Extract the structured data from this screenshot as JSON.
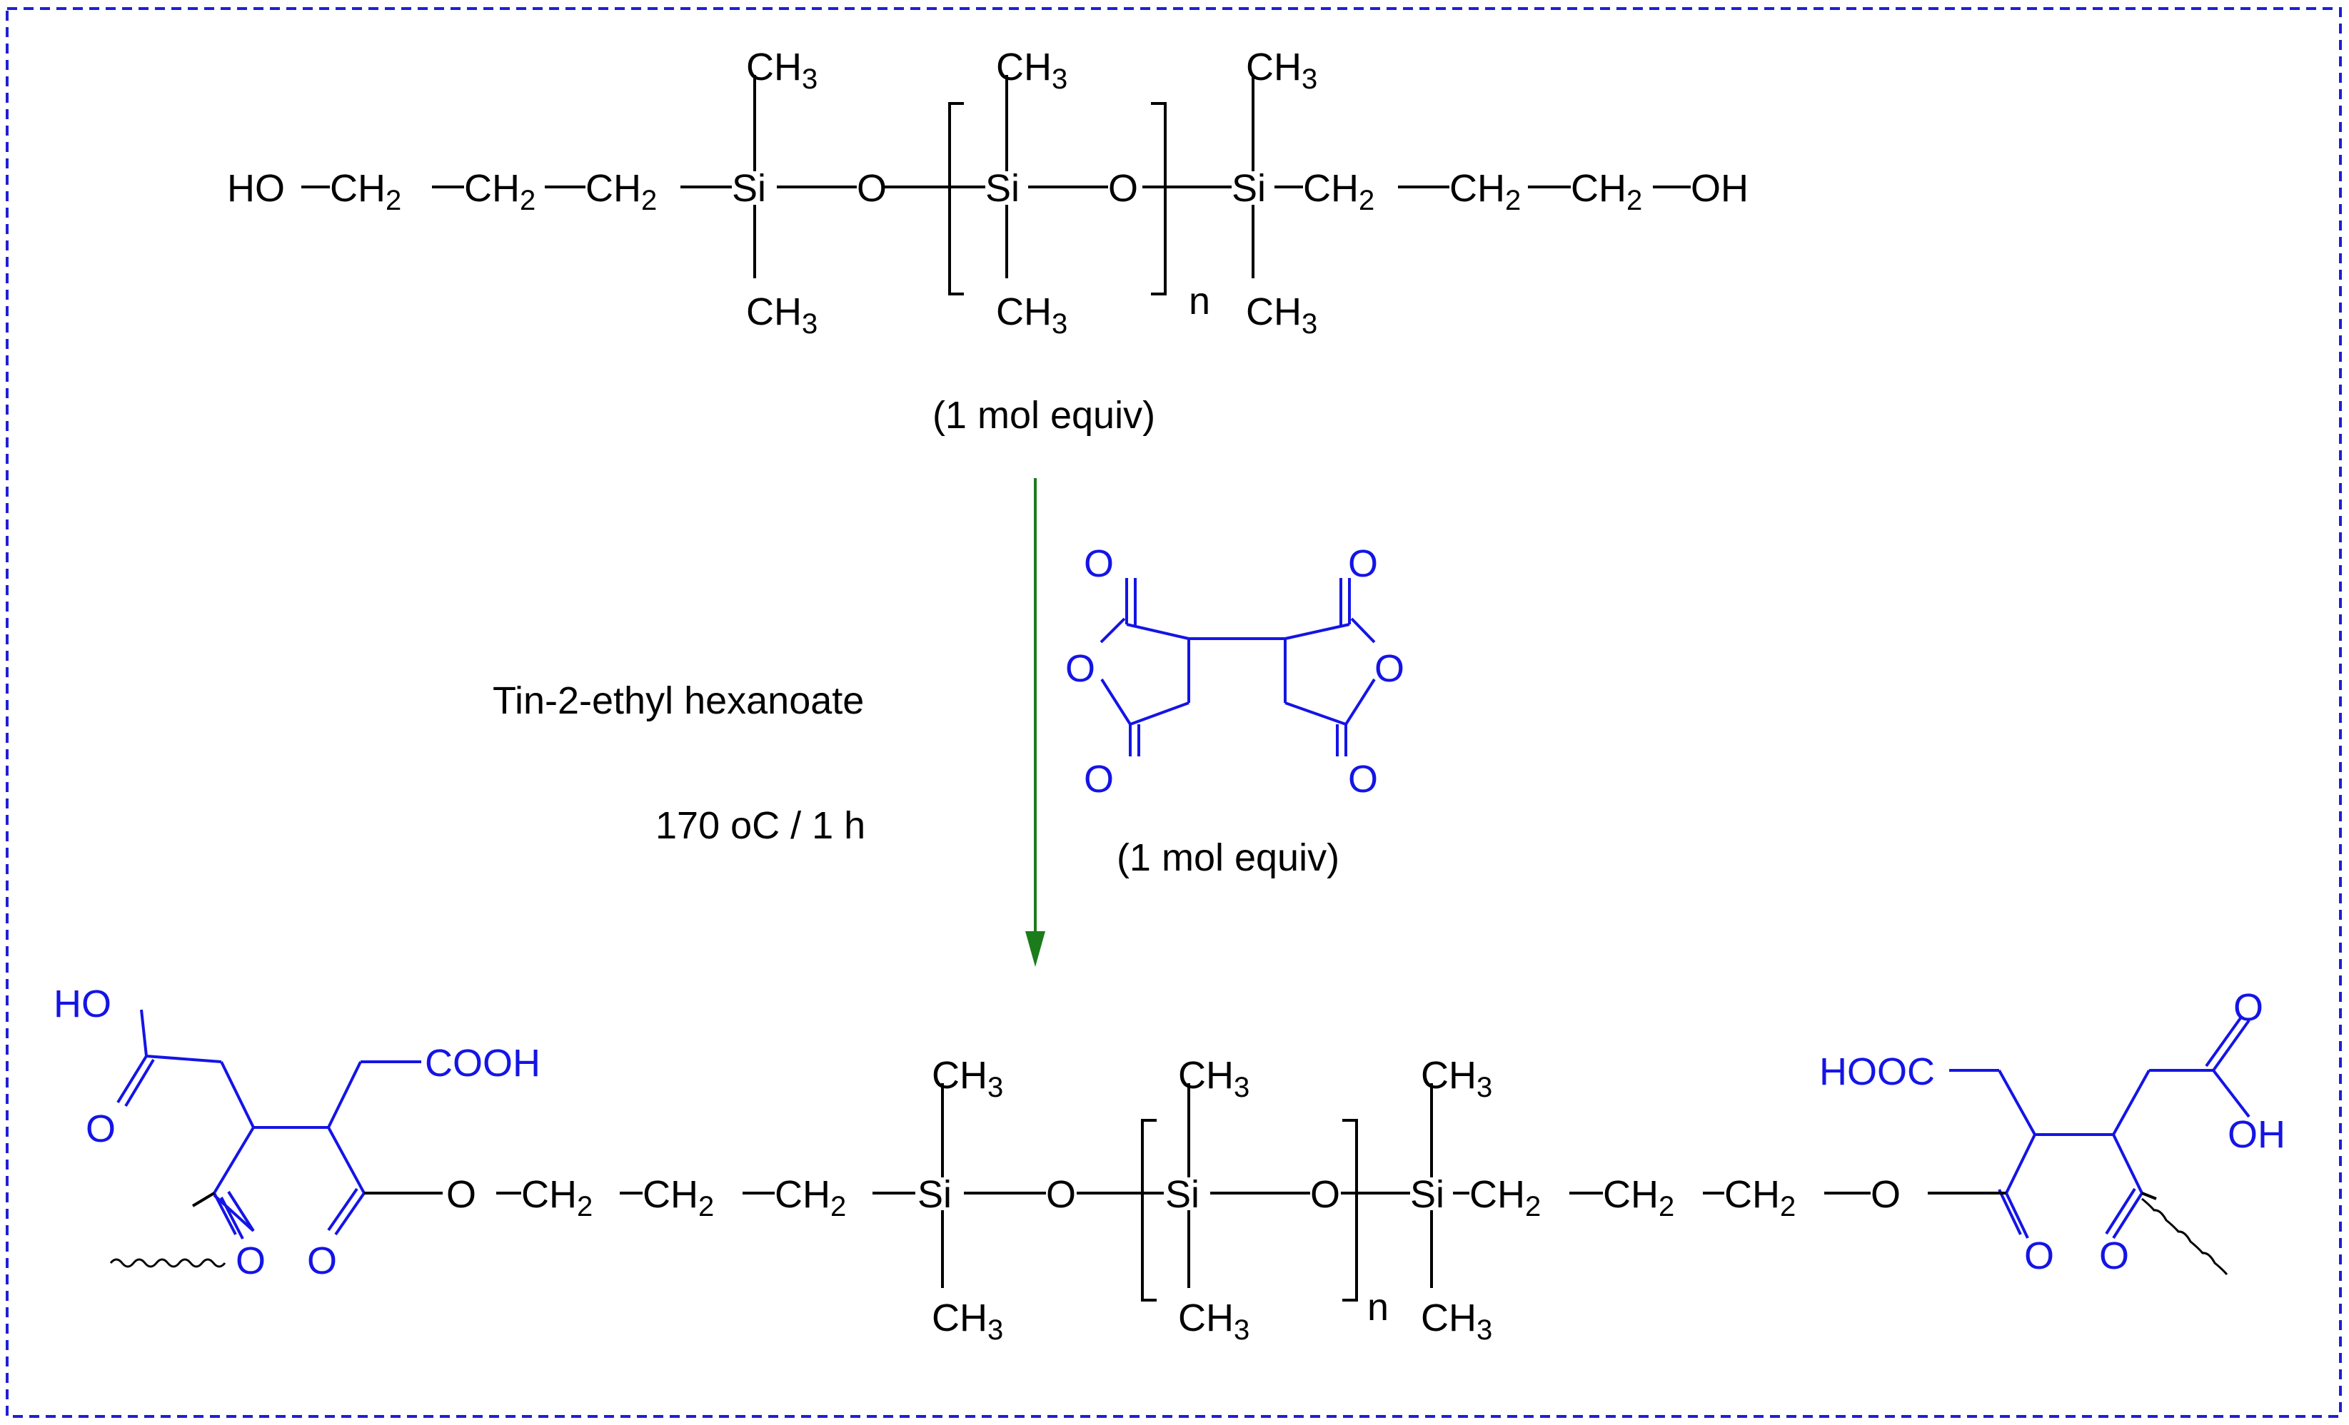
{
  "colors": {
    "border": "#1f1fd6",
    "black": "#000000",
    "blue": "#1414e6",
    "arrow": "#1a7d1a"
  },
  "reactant": {
    "label": "(1 mol equiv)",
    "ho": "HO",
    "oh": "OH",
    "ch": "CH",
    "sub2": "2",
    "sub3": "3",
    "si": "Si",
    "o": "O",
    "n": "n"
  },
  "anhydride": {
    "label": "(1 mol equiv)",
    "o": "O"
  },
  "conditions": {
    "catalyst": "Tin-2-ethyl hexanoate",
    "temp_time": "170 oC / 1 h"
  },
  "product": {
    "ho": "HO",
    "oh": "OH",
    "cooh": "COOH",
    "hooc": "HOOC",
    "o": "O",
    "ch": "CH",
    "sub2": "2",
    "sub3": "3",
    "si": "Si",
    "n": "n"
  }
}
